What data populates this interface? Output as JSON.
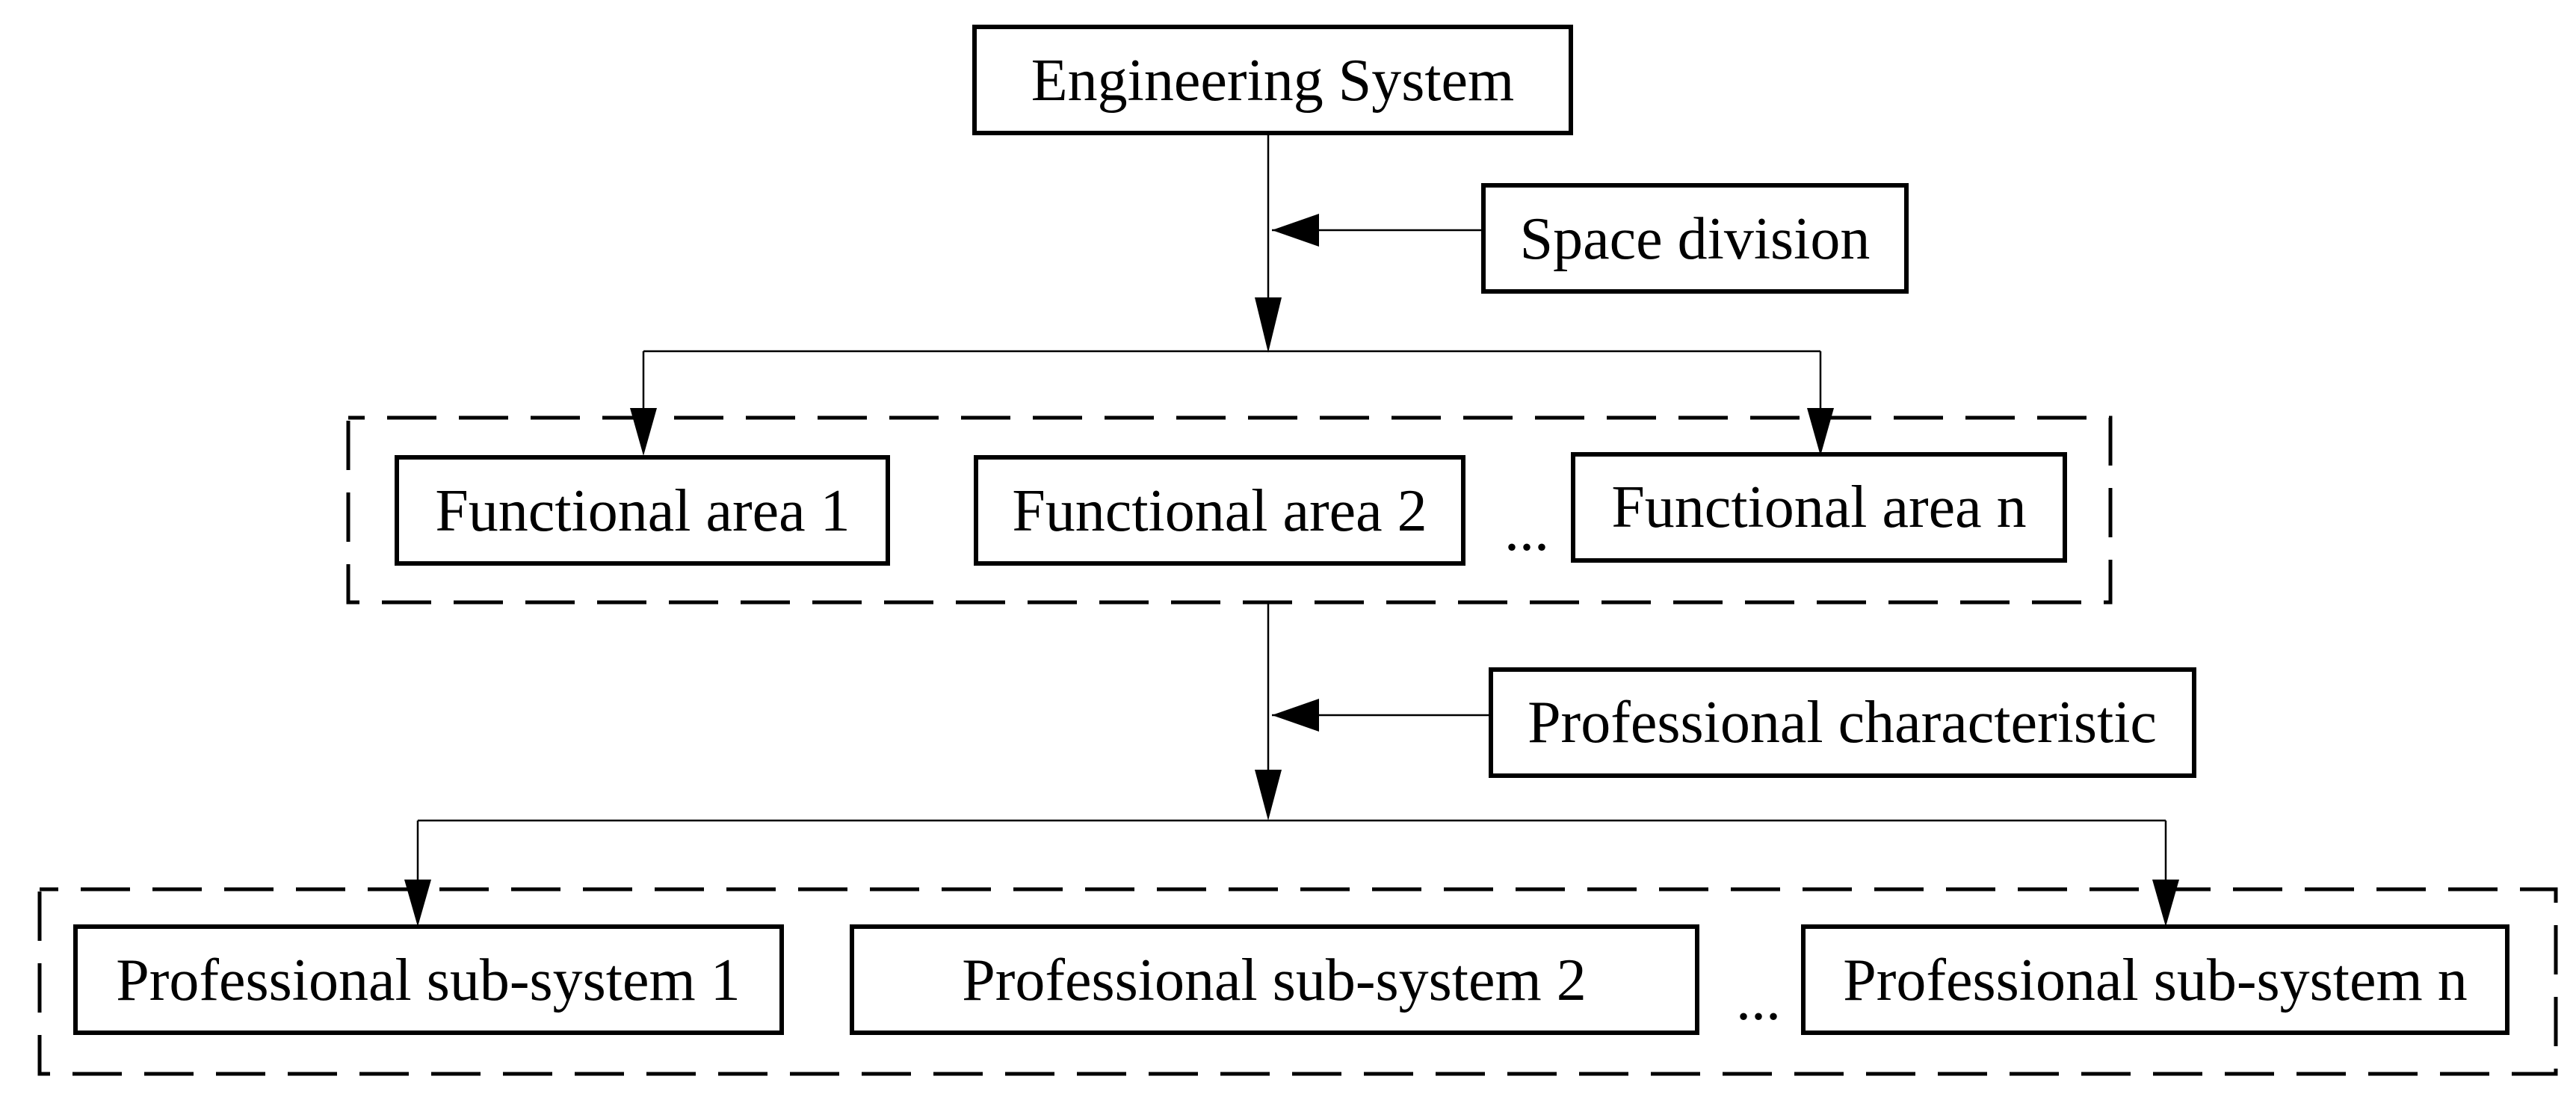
{
  "diagram": {
    "top_box": {
      "label": "Engineering System"
    },
    "step1": {
      "label": "Space division"
    },
    "areas": [
      {
        "label": "Functional area 1"
      },
      {
        "label": "Functional area 2"
      },
      {
        "label": "Functional area n"
      }
    ],
    "areas_ellipsis": "...",
    "step2": {
      "label": "Professional characteristic"
    },
    "subsystems": [
      {
        "label": "Professional sub-system 1"
      },
      {
        "label": "Professional sub-system 2"
      },
      {
        "label": "Professional sub-system n"
      }
    ],
    "subsystems_ellipsis": "..."
  }
}
